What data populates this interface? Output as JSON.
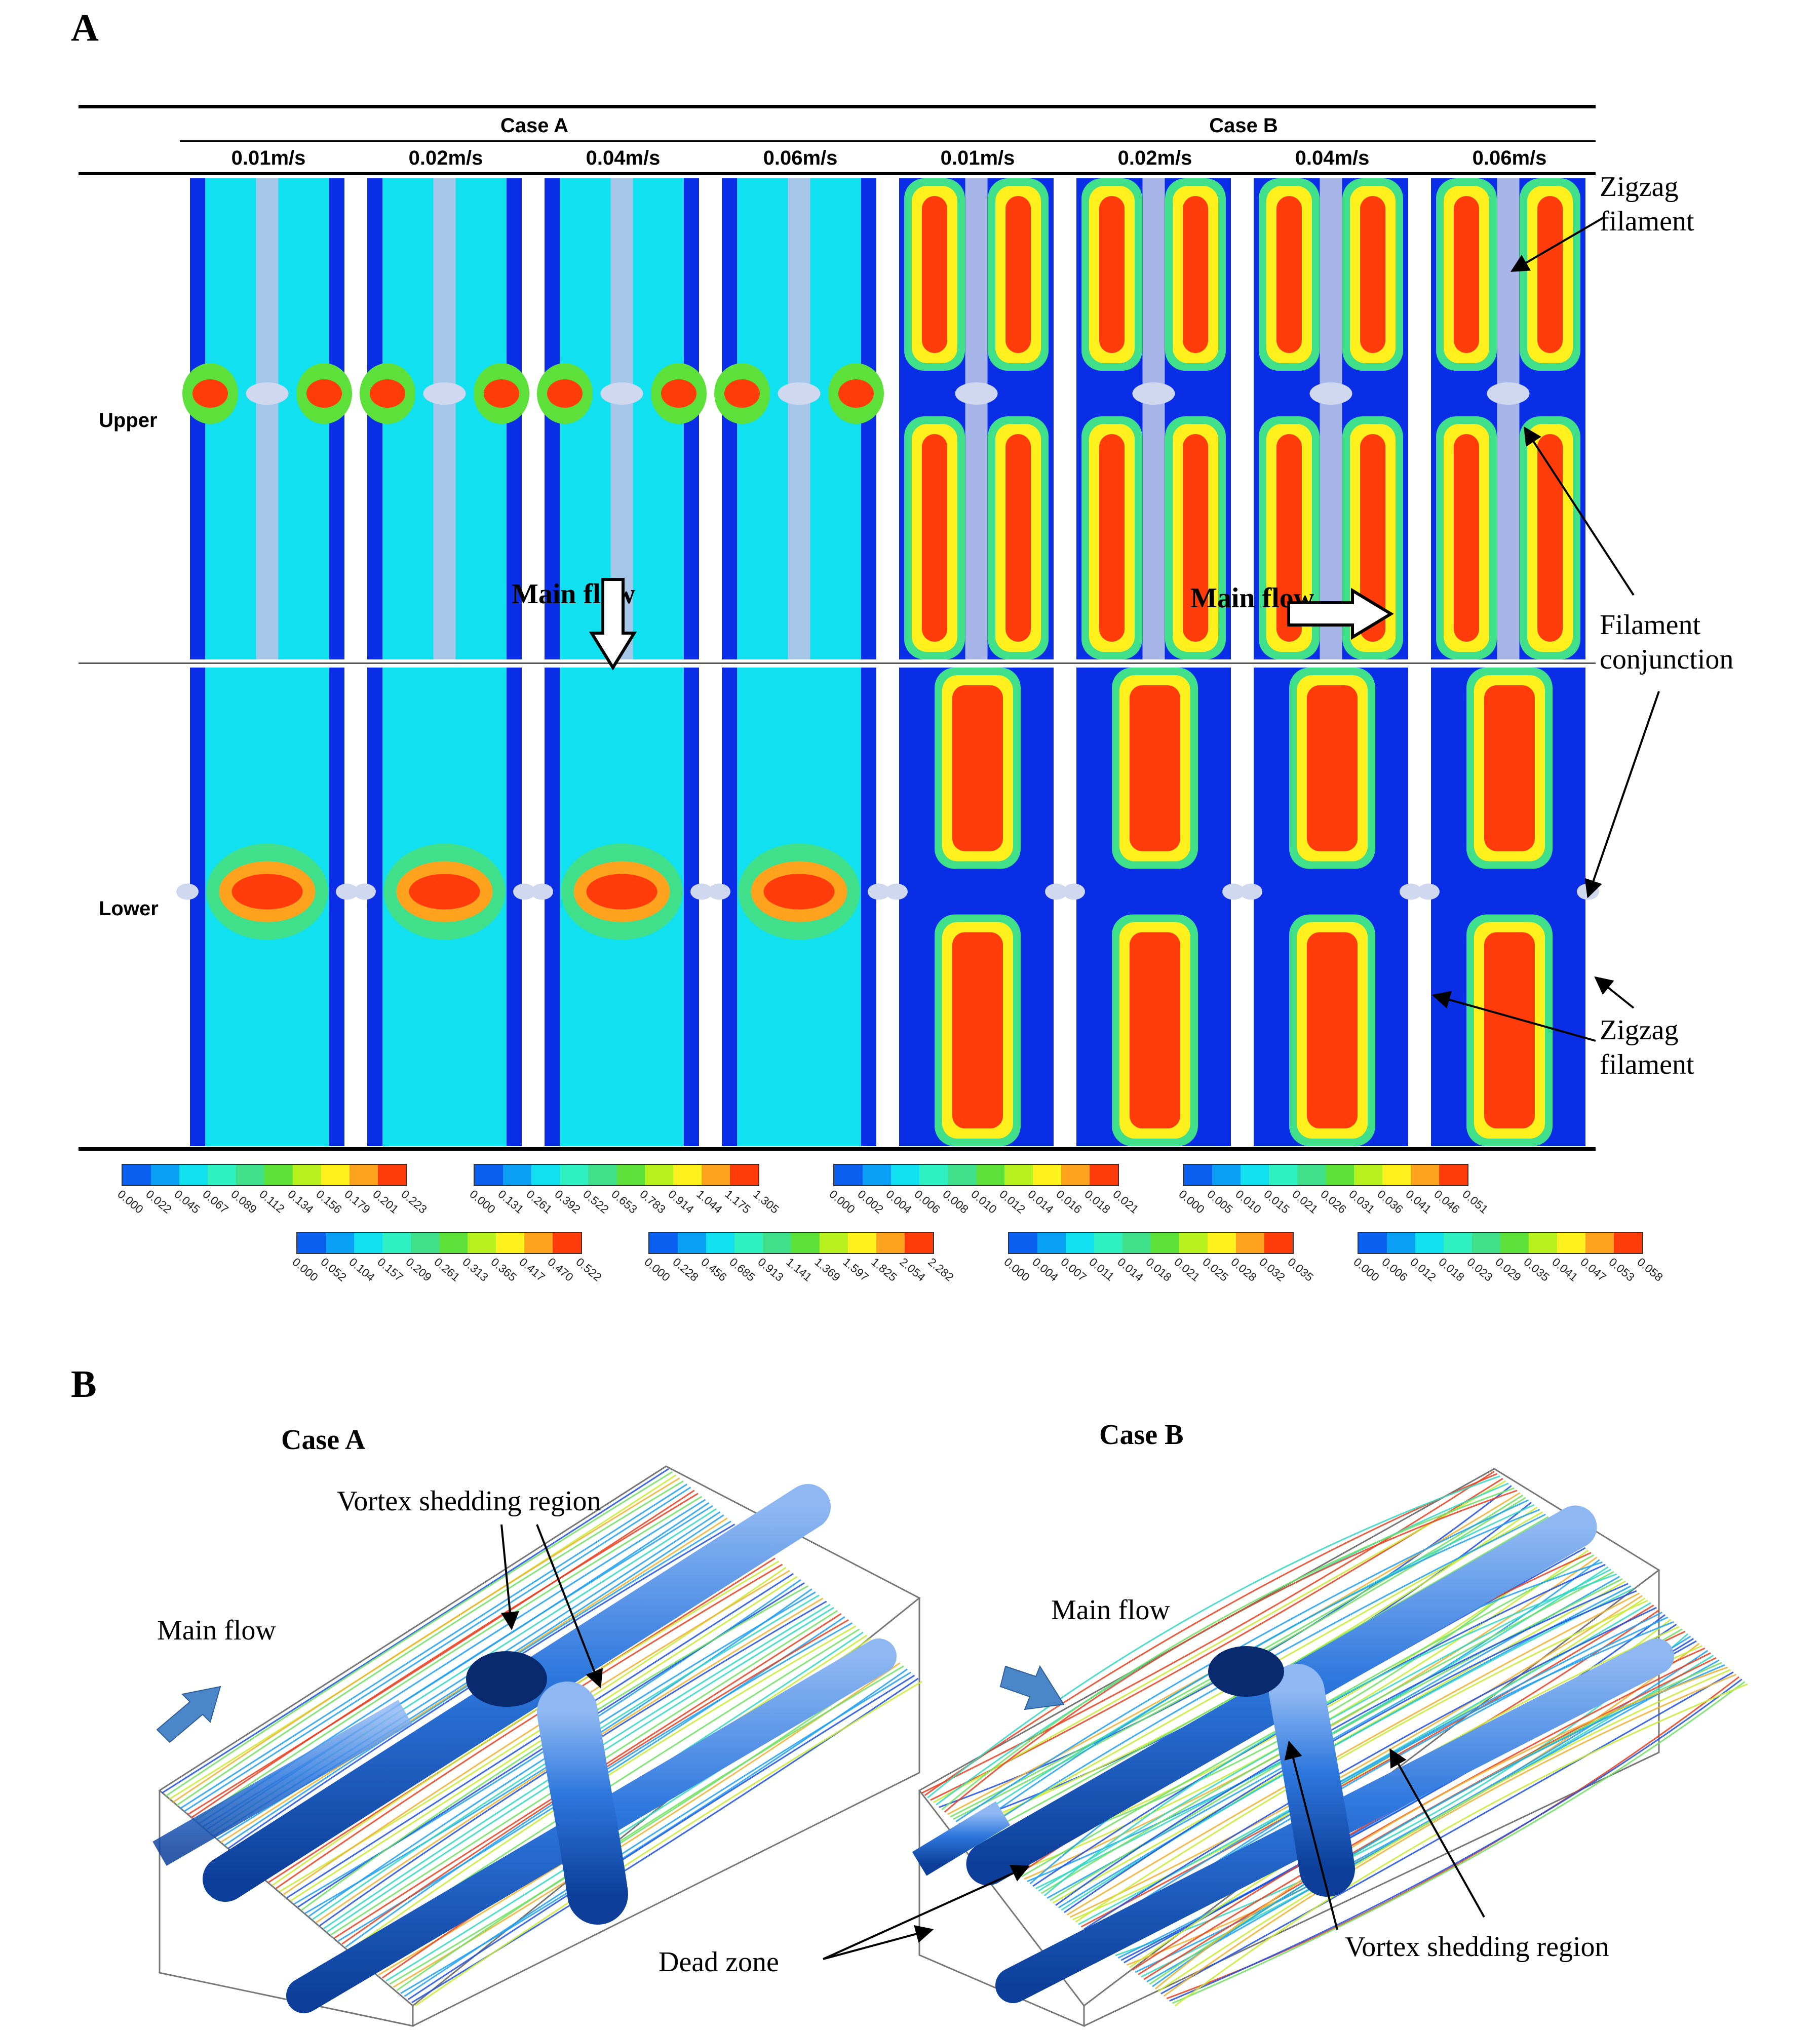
{
  "panel_letters": {
    "a": "A",
    "b": "B"
  },
  "panel_a": {
    "groups": [
      {
        "name": "Case A",
        "speeds": [
          "0.01m/s",
          "0.02m/s",
          "0.04m/s",
          "0.06m/s"
        ]
      },
      {
        "name": "Case B",
        "speeds": [
          "0.01m/s",
          "0.02m/s",
          "0.04m/s",
          "0.06m/s"
        ]
      }
    ],
    "rows": [
      "Upper",
      "Lower"
    ],
    "annotations": {
      "zigzag_filament": "Zigzag filament",
      "filament_conjunction": "Filament conjunction",
      "main_flow": "Main flow"
    },
    "colorbars": [
      {
        "ticks": [
          "0.000",
          "0.022",
          "0.045",
          "0.067",
          "0.089",
          "0.112",
          "0.134",
          "0.156",
          "0.179",
          "0.201",
          "0.223"
        ]
      },
      {
        "ticks": [
          "0.000",
          "0.131",
          "0.261",
          "0.392",
          "0.522",
          "0.653",
          "0.783",
          "0.914",
          "1.044",
          "1.175",
          "1.305"
        ]
      },
      {
        "ticks": [
          "0.000",
          "0.002",
          "0.004",
          "0.006",
          "0.008",
          "0.010",
          "0.012",
          "0.014",
          "0.016",
          "0.018",
          "0.021"
        ]
      },
      {
        "ticks": [
          "0.000",
          "0.005",
          "0.010",
          "0.015",
          "0.021",
          "0.026",
          "0.031",
          "0.036",
          "0.041",
          "0.046",
          "0.051"
        ]
      },
      {
        "ticks": [
          "0.000",
          "0.052",
          "0.104",
          "0.157",
          "0.209",
          "0.261",
          "0.313",
          "0.365",
          "0.417",
          "0.470",
          "0.522"
        ]
      },
      {
        "ticks": [
          "0.000",
          "0.228",
          "0.456",
          "0.685",
          "0.913",
          "1.141",
          "1.369",
          "1.597",
          "1.825",
          "2.054",
          "2.282"
        ]
      },
      {
        "ticks": [
          "0.000",
          "0.004",
          "0.007",
          "0.011",
          "0.014",
          "0.018",
          "0.021",
          "0.025",
          "0.028",
          "0.032",
          "0.035"
        ]
      },
      {
        "ticks": [
          "0.000",
          "0.006",
          "0.012",
          "0.018",
          "0.023",
          "0.029",
          "0.035",
          "0.041",
          "0.047",
          "0.053",
          "0.058"
        ]
      }
    ],
    "palette": [
      "#0a2ee6",
      "#0a5ff0",
      "#0aa0f5",
      "#11e0f0",
      "#2ef0c0",
      "#40e08a",
      "#5ee03a",
      "#b6f01e",
      "#fff01e",
      "#ffa21e",
      "#ff3c0a"
    ]
  },
  "panel_b": {
    "case_a": {
      "title": "Case A",
      "main_flow": "Main flow",
      "vortex_region": "Vortex shedding region"
    },
    "case_b": {
      "title": "Case B",
      "main_flow": "Main flow",
      "vortex_region": "Vortex shedding region",
      "dead_zone": "Dead zone"
    }
  }
}
